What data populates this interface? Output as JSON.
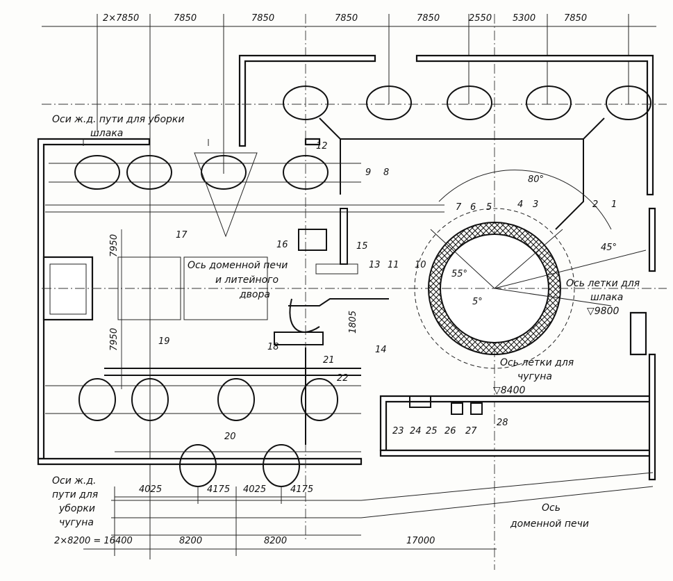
{
  "figure": {
    "top_dimensions": [
      "2×7850",
      "7850",
      "7850",
      "7850",
      "7850",
      "2550",
      "5300",
      "7850"
    ],
    "left_dimensions": [
      "7950",
      "7950"
    ],
    "bottom_dimensions_row1": [
      "4025",
      "4175",
      "4025",
      "4175"
    ],
    "bottom_dimensions_row2": [
      "2×8200 = 16400",
      "8200",
      "8200",
      "17000"
    ],
    "small_dimension": "1805",
    "angles": [
      "80°",
      "45°",
      "55°",
      "5°"
    ],
    "labels": {
      "slag_track_axes": "Оси ж.д. пути для уборки шлака",
      "slag_track_axes_line1": "Оси ж.д. пути для уборки",
      "slag_track_axes_line2": "шлака",
      "furnace_axis_cast_house_line1": "Ось доменной печи",
      "furnace_axis_cast_house_line2": "и литейного",
      "furnace_axis_cast_house_line3": "двора",
      "slag_notch_axis_line1": "Ось летки для",
      "slag_notch_axis_line2": "шлака",
      "slag_level": "▽9800",
      "iron_notch_axis_line1": "Ось летки для",
      "iron_notch_axis_line2": "чугуна",
      "iron_level": "▽8400",
      "iron_track_axes_line1": "Оси ж.д.",
      "iron_track_axes_line2": "пути для",
      "iron_track_axes_line3": "уборки",
      "iron_track_axes_line4": "чугуна",
      "furnace_axis_line1": "Ось",
      "furnace_axis_line2": "доменной печи"
    },
    "callouts": [
      "1",
      "2",
      "3",
      "4",
      "5",
      "6",
      "7",
      "8",
      "9",
      "10",
      "11",
      "12",
      "13",
      "14",
      "15",
      "16",
      "17",
      "18",
      "19",
      "20",
      "21",
      "22",
      "23",
      "24",
      "25",
      "26",
      "27",
      "28"
    ]
  }
}
